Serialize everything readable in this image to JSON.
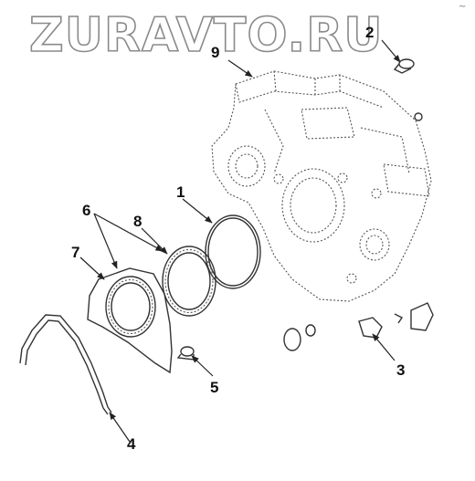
{
  "watermark": "ZURAVTO.RU",
  "corner_mark": "~",
  "callouts": {
    "c1": "1",
    "c2": "2",
    "c3": "3",
    "c4": "4",
    "c5": "5",
    "c6": "6",
    "c7": "7",
    "c8": "8",
    "c9": "9"
  },
  "colors": {
    "line": "#333333",
    "watermark_outline": "#8a8a8a",
    "background": "#ffffff"
  }
}
